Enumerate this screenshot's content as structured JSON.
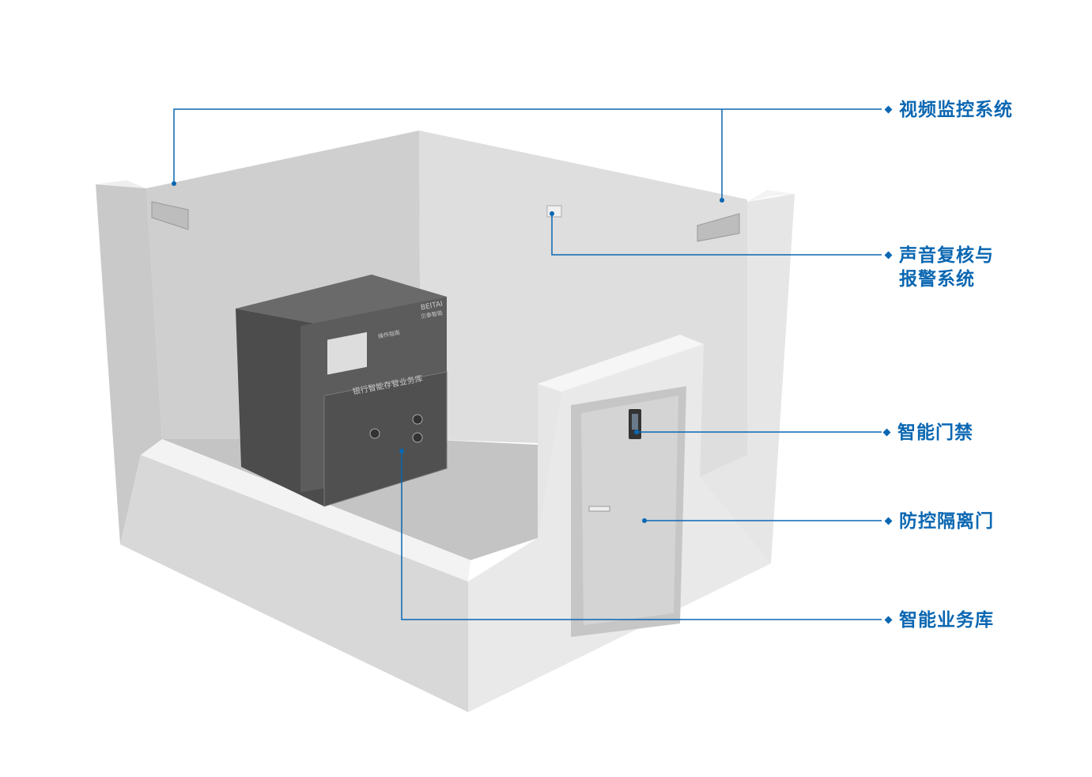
{
  "labels": {
    "video": "视频监控系统",
    "sound_line1": "声音复核与",
    "sound_line2": "报警系统",
    "access": "智能门禁",
    "door": "防控隔离门",
    "vault": "智能业务库"
  },
  "cabinet": {
    "brand": "BEITAI",
    "brand_cn": "贝泰智能",
    "guide_title": "操作指南",
    "name": "银行智能存管业务库"
  },
  "colors": {
    "accent": "#0b67b2"
  }
}
